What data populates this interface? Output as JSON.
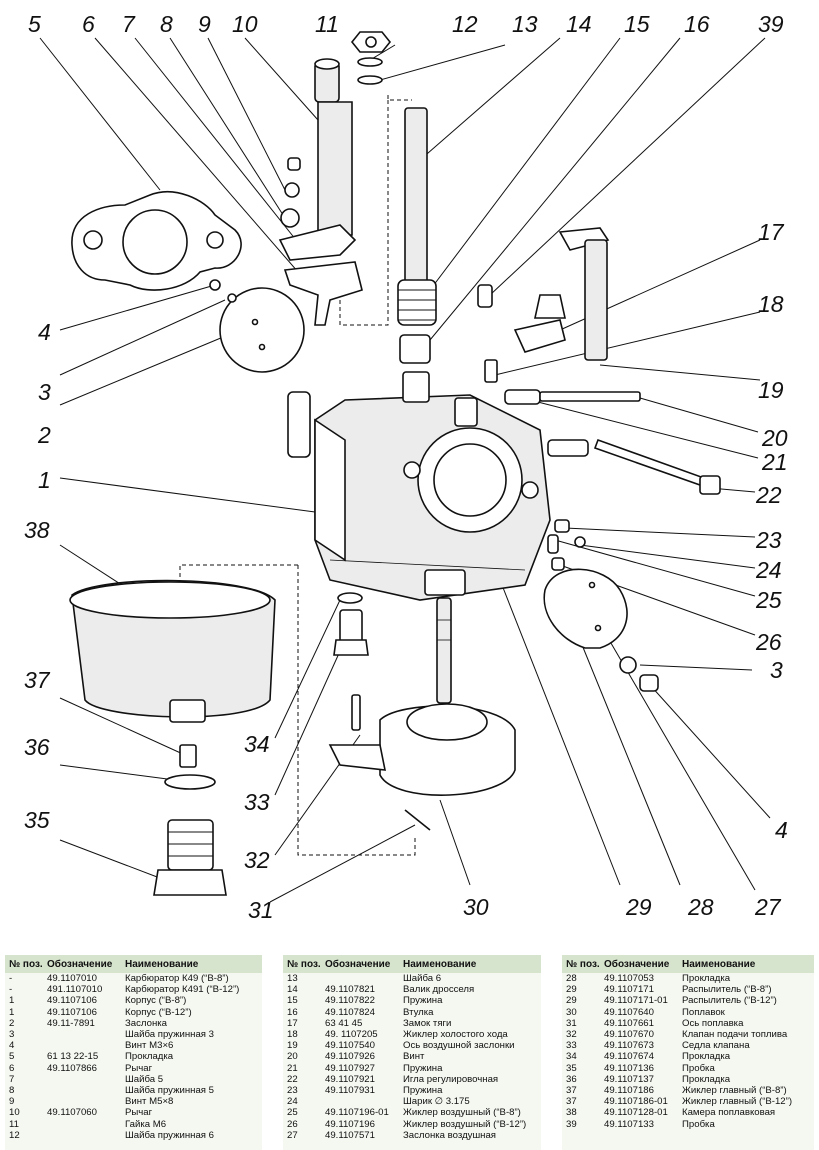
{
  "callouts": [
    "1",
    "2",
    "3",
    "3",
    "4",
    "4",
    "5",
    "6",
    "7",
    "8",
    "9",
    "10",
    "11",
    "12",
    "13",
    "14",
    "15",
    "16",
    "17",
    "18",
    "19",
    "20",
    "21",
    "22",
    "23",
    "24",
    "25",
    "26",
    "27",
    "28",
    "29",
    "30",
    "31",
    "32",
    "33",
    "34",
    "35",
    "36",
    "37",
    "38",
    "39"
  ],
  "table_headers": {
    "pos": "№ поз.",
    "code": "Обозначение",
    "name": "Наименование"
  },
  "columns": [
    [
      {
        "pos": "-",
        "code": "49.1107010",
        "name": "Карбюратор К49 (“В-8”)"
      },
      {
        "pos": "-",
        "code": "491.1107010",
        "name": "Карбюратор К491 (“В-12”)"
      },
      {
        "pos": "1",
        "code": "49.1107106",
        "name": "Корпус (“В-8”)"
      },
      {
        "pos": "1",
        "code": "49.1107106",
        "name": "Корпус (“В-12”)"
      },
      {
        "pos": "2",
        "code": "49.11-7891",
        "name": "Заслонка"
      },
      {
        "pos": "3",
        "code": "",
        "name": "Шайба пружинная 3"
      },
      {
        "pos": "4",
        "code": "",
        "name": "Винт М3×6"
      },
      {
        "pos": "5",
        "code": "61 13 22-15",
        "name": "Прокладка"
      },
      {
        "pos": "6",
        "code": "49.1107866",
        "name": "Рычаг"
      },
      {
        "pos": "7",
        "code": "",
        "name": "Шайба 5"
      },
      {
        "pos": "8",
        "code": "",
        "name": "Шайба пружинная 5"
      },
      {
        "pos": "9",
        "code": "",
        "name": "Винт М5×8"
      },
      {
        "pos": "10",
        "code": "49.1107060",
        "name": "Рычаг"
      },
      {
        "pos": "11",
        "code": "",
        "name": "Гайка М6"
      },
      {
        "pos": "12",
        "code": "",
        "name": "Шайба пружинная 6"
      }
    ],
    [
      {
        "pos": "13",
        "code": "",
        "name": "Шайба 6"
      },
      {
        "pos": "14",
        "code": "49.1107821",
        "name": "Валик дросселя"
      },
      {
        "pos": "15",
        "code": "49.1107822",
        "name": "Пружина"
      },
      {
        "pos": "16",
        "code": "49.1107824",
        "name": "Втулка"
      },
      {
        "pos": "17",
        "code": "63 41 45",
        "name": "Замок тяги"
      },
      {
        "pos": "18",
        "code": "49. 1107205",
        "name": "Жиклер холостого хода"
      },
      {
        "pos": "19",
        "code": "49.1107540",
        "name": "Ось воздушной заслонки"
      },
      {
        "pos": "20",
        "code": "49.1107926",
        "name": "Винт"
      },
      {
        "pos": "21",
        "code": "49.1107927",
        "name": "Пружина"
      },
      {
        "pos": "22",
        "code": "49.1107921",
        "name": "Игла регулировочная"
      },
      {
        "pos": "23",
        "code": "49.1107931",
        "name": "Пружина"
      },
      {
        "pos": "24",
        "code": "",
        "name": "Шарик ∅ 3.175"
      },
      {
        "pos": "25",
        "code": "49.1107196-01",
        "name": "Жиклер воздушный (“В-8”)"
      },
      {
        "pos": "26",
        "code": "49.1107196",
        "name": "Жиклер воздушный (“В-12”)"
      },
      {
        "pos": "27",
        "code": "49.1107571",
        "name": "Заслонка воздушная"
      }
    ],
    [
      {
        "pos": "28",
        "code": "49.1107053",
        "name": "Прокладка"
      },
      {
        "pos": "29",
        "code": "49.1107171",
        "name": "Распылитель (“В-8”)"
      },
      {
        "pos": "29",
        "code": "49.1107171-01",
        "name": "Распылитель (“В-12”)"
      },
      {
        "pos": "30",
        "code": "49.1107640",
        "name": "Поплавок"
      },
      {
        "pos": "31",
        "code": "49.1107661",
        "name": "Ось поплавка"
      },
      {
        "pos": "32",
        "code": "49.1107670",
        "name": "Клапан подачи топлива"
      },
      {
        "pos": "33",
        "code": "49.1107673",
        "name": "Седла клапана"
      },
      {
        "pos": "34",
        "code": "49.1107674",
        "name": "Прокладка"
      },
      {
        "pos": "35",
        "code": "49.1107136",
        "name": "Пробка"
      },
      {
        "pos": "36",
        "code": "49.1107137",
        "name": "Прокладка"
      },
      {
        "pos": "37",
        "code": "49.1107186",
        "name": "Жиклер главный (“В-8”)"
      },
      {
        "pos": "37",
        "code": "49.1107186-01",
        "name": "Жиклер главный (“В-12”)"
      },
      {
        "pos": "38",
        "code": "49.1107128-01",
        "name": "Камера поплавковая"
      },
      {
        "pos": "39",
        "code": "49.1107133",
        "name": "Пробка"
      }
    ]
  ]
}
